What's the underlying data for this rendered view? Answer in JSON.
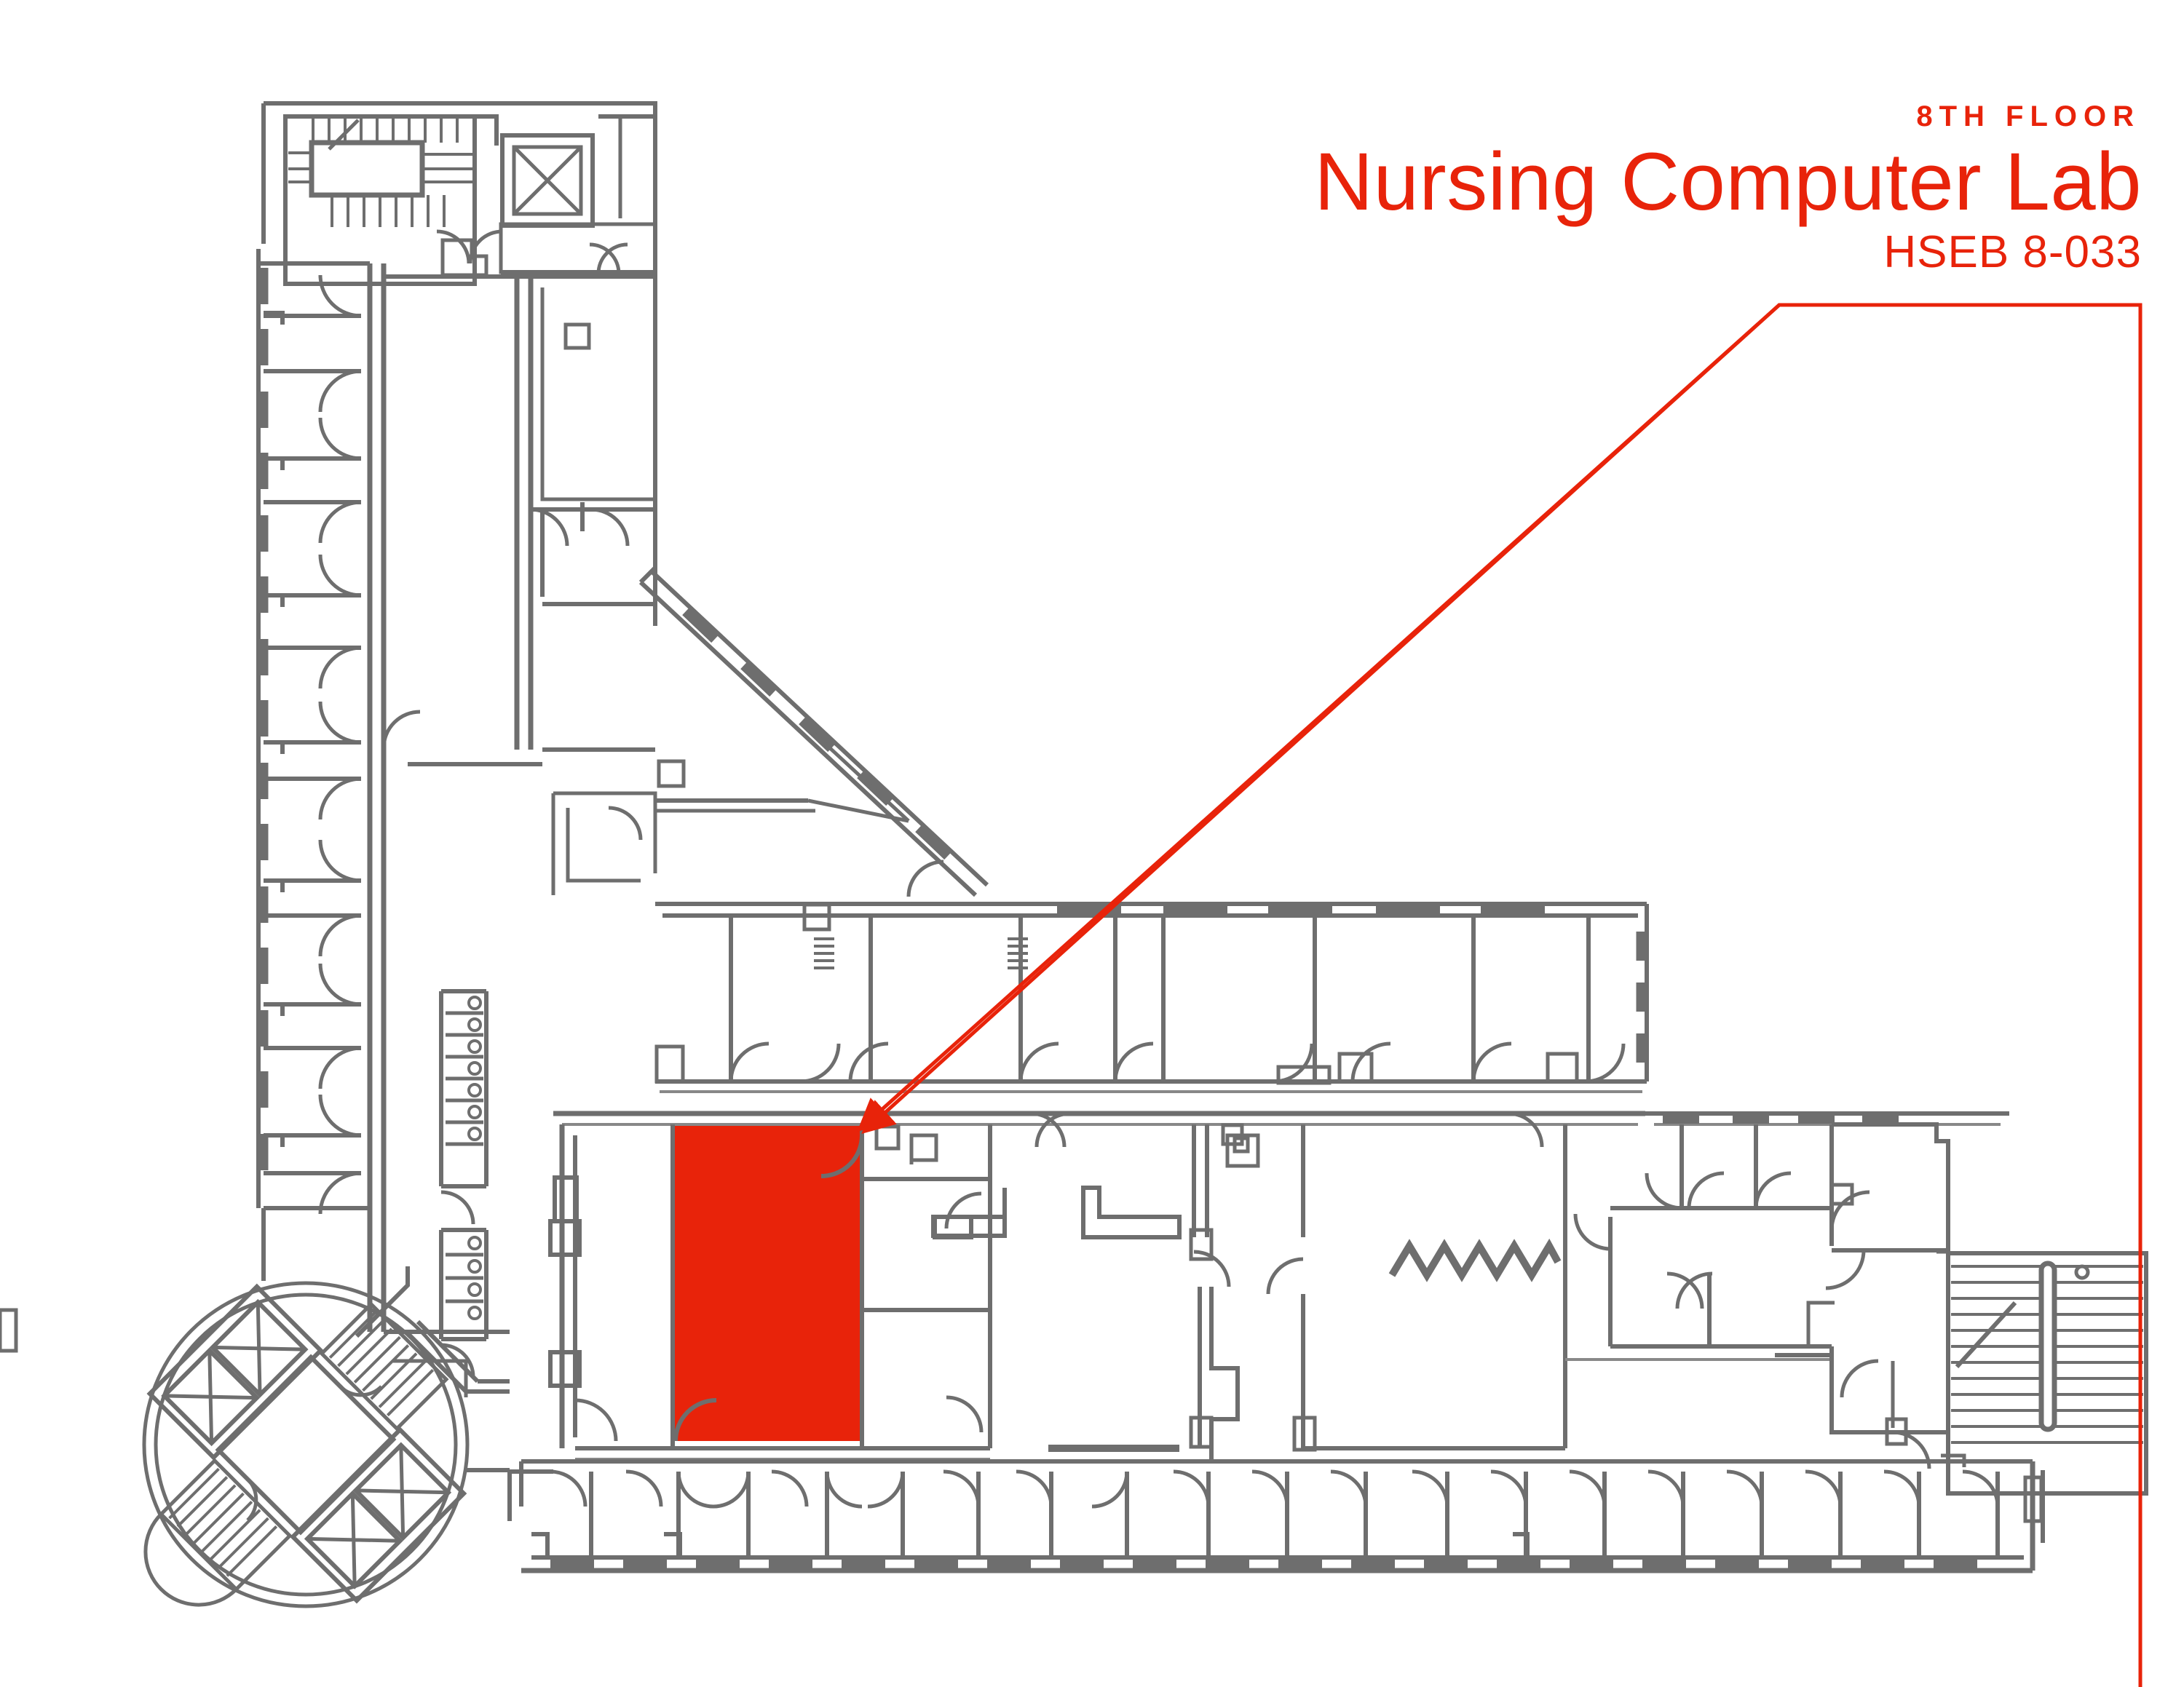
{
  "sheet": {
    "background_color": "#FFFFFF",
    "wall_color": "#6E6E6E",
    "thin_line_color": "#888888",
    "accent_color": "#E8230A"
  },
  "title_block": {
    "floor_label": "8TH FLOOR",
    "room_name": "Nursing Computer Lab",
    "room_code": "HSEB 8-033"
  },
  "highlight": {
    "room_code": "8-033",
    "fill_color": "#E8230A",
    "shape": "rectangle",
    "location": "center-left of south wing"
  },
  "leader": {
    "color": "#E8230A",
    "style": "polyline-with-arrowhead",
    "from": "title block underline",
    "to": "highlighted room top-right corner"
  },
  "plan": {
    "building": "HSEB",
    "floor": 8,
    "orientation": "plan-view",
    "wings": [
      {
        "name": "north-wing",
        "description": "vertical wing with offices along west corridor"
      },
      {
        "name": "diagonal-link",
        "description": "angled curtain-wall connector"
      },
      {
        "name": "east-wing",
        "description": "horizontal wing with offices and large room"
      },
      {
        "name": "south-corridor",
        "description": "long row of small offices along bottom"
      }
    ],
    "cores": [
      {
        "name": "north-stair",
        "type": "stair"
      },
      {
        "name": "north-elevator",
        "type": "elevator"
      },
      {
        "name": "west-restrooms",
        "type": "restroom"
      },
      {
        "name": "southwest-round-core",
        "type": "elevator-and-stair-rotunda",
        "elevator_count": 4
      },
      {
        "name": "east-stair",
        "type": "stair"
      }
    ],
    "symbols": [
      {
        "name": "accordion-partition",
        "description": "zigzag operable partition in large east room"
      },
      {
        "name": "column",
        "description": "small square structural columns"
      },
      {
        "name": "window-mullion",
        "description": "dashes along exterior walls"
      }
    ]
  }
}
